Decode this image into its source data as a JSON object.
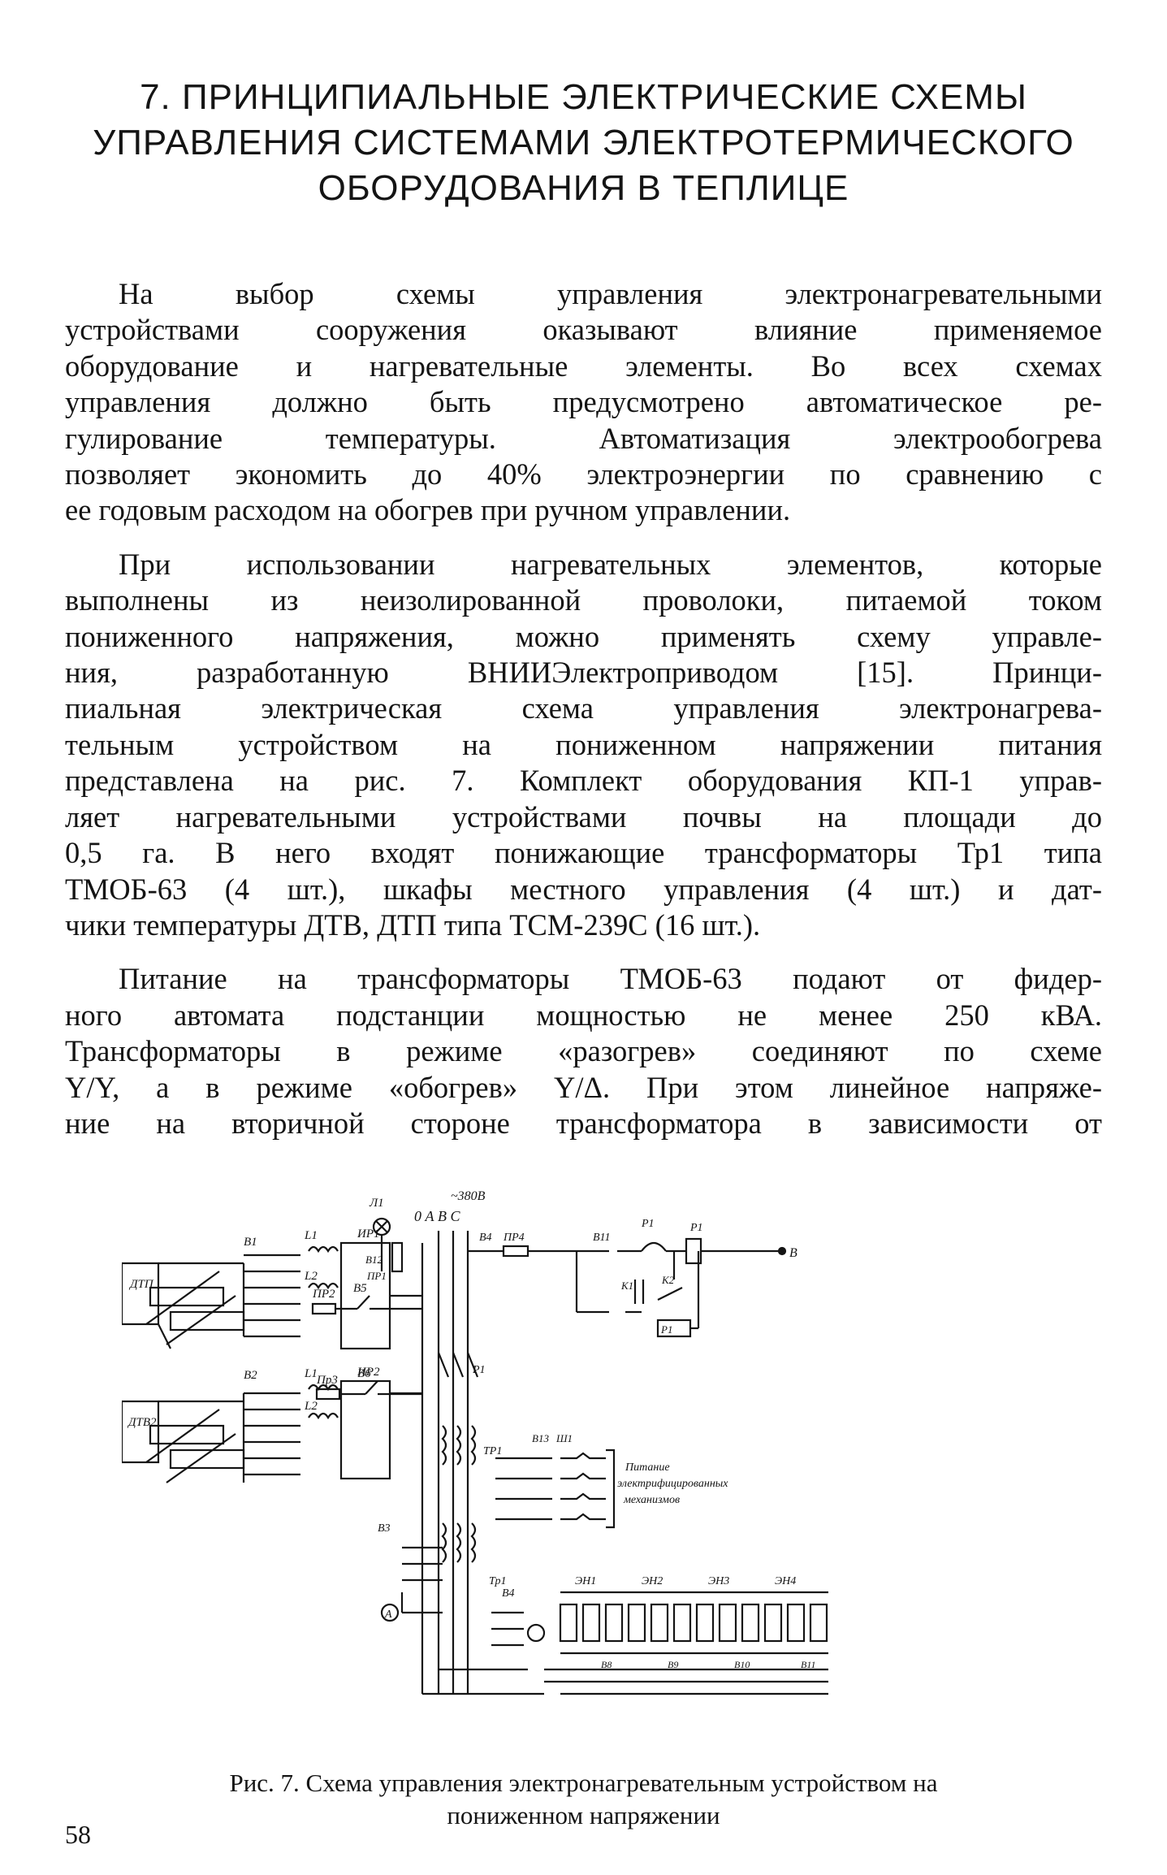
{
  "heading": {
    "lines": [
      "7. ПРИНЦИПИАЛЬНЫЕ ЭЛЕКТРИЧЕСКИЕ СХЕМЫ",
      "УПРАВЛЕНИЯ СИСТЕМАМИ ЭЛЕКТРОТЕРМИЧЕСКОГО",
      "ОБОРУДОВАНИЯ В ТЕПЛИЦЕ"
    ]
  },
  "paragraphs": [
    {
      "lines": [
        "На выбор схемы управления электронагревательными",
        "устройствами сооружения оказывают влияние применяемое",
        "оборудование и нагревательные элементы. Во всех схемах",
        "управления должно быть предусмотрено автоматическое ре-",
        "гулирование температуры. Автоматизация электрообогрева",
        "позволяет экономить до 40% электроэнергии по сравнению с",
        "ее годовым расходом на обогрев при ручном управлении."
      ]
    },
    {
      "lines": [
        "При использовании нагревательных элементов, которые",
        "выполнены из неизолированной проволоки, питаемой током",
        "пониженного напряжения, можно применять схему управле-",
        "ния, разработанную ВНИИЭлектроприводом [15]. Принци-",
        "пиальная электрическая схема управления электронагрева-",
        "тельным устройством на пониженном напряжении питания",
        "представлена на рис. 7. Комплект оборудования КП-1 управ-",
        "ляет нагревательными устройствами почвы на площади до",
        "0,5 га. В него входят понижающие трансформаторы Тр1 типа",
        "ТМОБ-63 (4 шт.), шкафы местного управления (4 шт.) и дат-",
        "чики температуры ДТВ, ДТП типа ТСМ-239С (16 шт.)."
      ]
    },
    {
      "lines": [
        "Питание на трансформаторы ТМОБ-63 подают от фидер-",
        "ного автомата подстанции мощностью не менее 250 кВА.",
        "Трансформаторы в режиме «разогрев» соединяют по схеме",
        "Y/Y, а в режиме «обогрев» Y/Δ. При этом линейное напряже-",
        "ние на вторичной стороне трансформатора в зависимости от"
      ]
    }
  ],
  "figure": {
    "labels": {
      "supply": "~380В",
      "phases": "0 А В С",
      "in1": "В1",
      "in2": "В2",
      "in3": "В3",
      "in4": "В4",
      "in5": "В5",
      "in6": "В6",
      "sw11": "В11",
      "sw13": "В13",
      "lamp": "Л1",
      "l1a": "L1",
      "l2a": "L2",
      "l1b": "L1",
      "l2b": "L2",
      "ip1": "ИР1",
      "ip2": "ИР2",
      "pr1": "ПР1",
      "pr2": "ПР2",
      "pr3": "Пр3",
      "pr4": "ПР4",
      "dtp": "ДТП",
      "dtv": "ДТВ2",
      "v12": "В12",
      "v5": "В5",
      "k1": "К1",
      "k2": "К2",
      "p1": "Р1",
      "p1c": "Р1",
      "p1b": "Р1",
      "tp1": "ТР1",
      "tp1b": "Тр1",
      "sh1": "Ш1",
      "out": "В",
      "note1": "Питание",
      "note2": "электрифицированных",
      "note3": "механизмов",
      "eh1": "ЭН1",
      "eh2": "ЭН2",
      "eh3": "ЭН3",
      "eh4": "ЭН4",
      "v8": "В8",
      "v9": "В9",
      "v10": "В10",
      "v11": "В11",
      "ammeter": "А"
    }
  },
  "caption": {
    "lines": [
      "Рис. 7. Схема управления электронагревательным устройством на",
      "пониженном напряжении"
    ]
  },
  "page_number": "58"
}
